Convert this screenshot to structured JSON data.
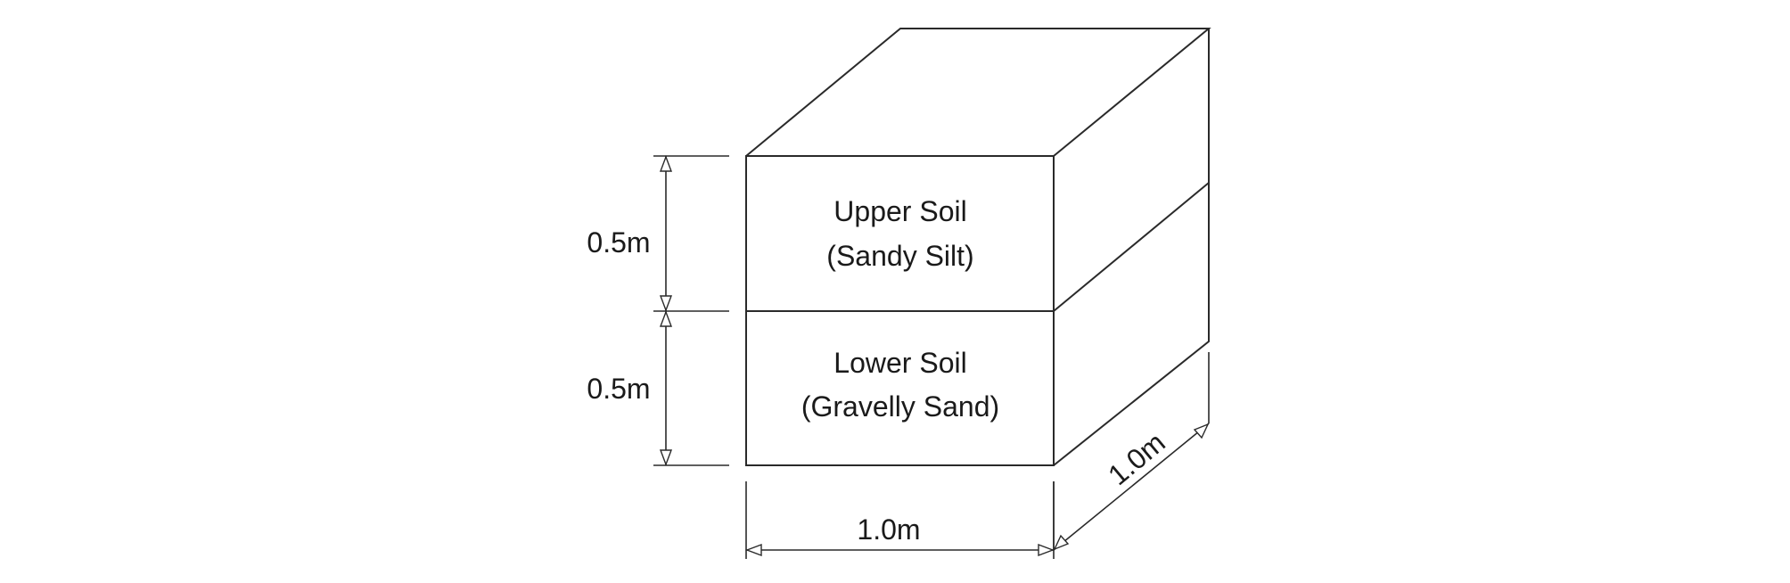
{
  "upper_layer": {
    "name": "Upper Soil",
    "type": "(Sandy Silt)"
  },
  "lower_layer": {
    "name": "Lower Soil",
    "type": "(Gravelly Sand)"
  },
  "dimensions": {
    "upper_thickness": "0.5m",
    "lower_thickness": "0.5m",
    "width": "1.0m",
    "depth": "1.0m"
  }
}
